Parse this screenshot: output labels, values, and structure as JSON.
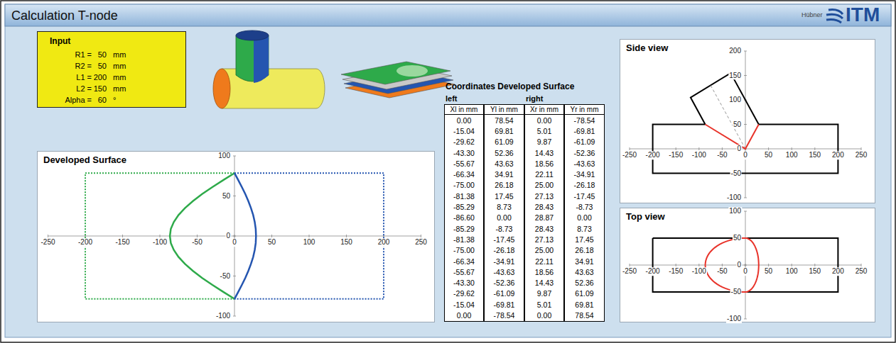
{
  "diagram": {
    "title": "Calculation T-node",
    "nodes": [
      {
        "text": [
          "Input",
          "R1 =",
          "50",
          "mm",
          "R2 =",
          "50",
          "mm",
          "L1 =",
          "200",
          "mm",
          "L2 =",
          "150",
          "mm",
          "Alpha =",
          "60",
          "°"
        ]
      },
      {
        "text": [
          "Developed Surface"
        ]
      },
      {
        "text": [
          "Side view"
        ]
      },
      {
        "text": [
          "Top view"
        ]
      }
    ],
    "labels": [
      "Hübner",
      "ITM",
      "Coordinates Developed Surface",
      "left",
      "right",
      "Xl in mm",
      "Yl in mm",
      "Xr in mm",
      "Yr in mm",
      "0.00",
      "78.54",
      "0.00",
      "-78.54",
      "-15.04",
      "69.81",
      "5.01",
      "-69.81",
      "-29.62",
      "61.09",
      "9.87",
      "-61.09",
      "-43.30",
      "52.36",
      "14.43",
      "-52.36",
      "-55.67",
      "43.63",
      "18.56",
      "-43.63",
      "-66.34",
      "34.91",
      "22.11",
      "-34.91",
      "-75.00",
      "26.18",
      "25.00",
      "-26.18",
      "-81.38",
      "17.45",
      "27.13",
      "-17.45",
      "-85.29",
      "8.73",
      "28.43",
      "-8.73",
      "-86.60",
      "0.00",
      "28.87",
      "0.00",
      "-85.29",
      "-8.73",
      "28.43",
      "8.73",
      "-81.38",
      "-17.45",
      "27.13",
      "17.45",
      "-75.00",
      "-26.18",
      "25.00",
      "26.18",
      "-66.34",
      "-34.91",
      "22.11",
      "34.91",
      "-55.67",
      "-43.63",
      "18.56",
      "43.63",
      "-43.30",
      "-52.36",
      "14.43",
      "52.36",
      "-29.62",
      "-61.09",
      "9.87",
      "61.09",
      "-15.04",
      "-69.81",
      "5.01",
      "69.81",
      "0.00",
      "-78.54",
      "0.00",
      "78.54",
      "-250",
      "-200",
      "-150",
      "-100",
      "-50",
      "0",
      "50",
      "100",
      "150",
      "200",
      "250",
      "100",
      "50",
      "0",
      "-50",
      "-100",
      "200",
      "150",
      "100",
      "50",
      "0",
      "-50",
      "-100",
      "-250",
      "-200",
      "-150",
      "-100",
      "-50",
      "0",
      "50",
      "100",
      "150",
      "200",
      "250",
      "100",
      "50",
      "0",
      "-50",
      "-100",
      "-250",
      "-200",
      "-150",
      "-100",
      "-50",
      "0",
      "50",
      "100",
      "150",
      "200",
      "250"
    ]
  }
}
